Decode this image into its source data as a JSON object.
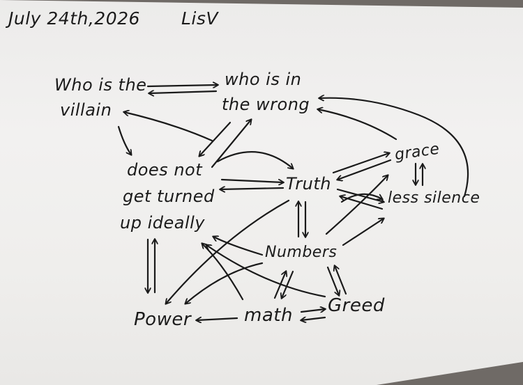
{
  "header": {
    "date": "July 24th,2026",
    "author": "LisV"
  },
  "diagram": {
    "villain_q1": "Who is the",
    "villain_q2": "villain",
    "wrong_q1": "who is in",
    "wrong_q2": "the wrong",
    "turned_1": "does not",
    "turned_2": "get turned",
    "turned_3": "up ideally",
    "truth": "Truth",
    "grace": "grace",
    "silence": "less silence",
    "numbers": "Numbers",
    "power": "Power",
    "math": "math",
    "greed": "Greed"
  },
  "colors": {
    "paper": "#efeeec",
    "ink": "#1b1b1b",
    "background": "#6f6a66"
  }
}
